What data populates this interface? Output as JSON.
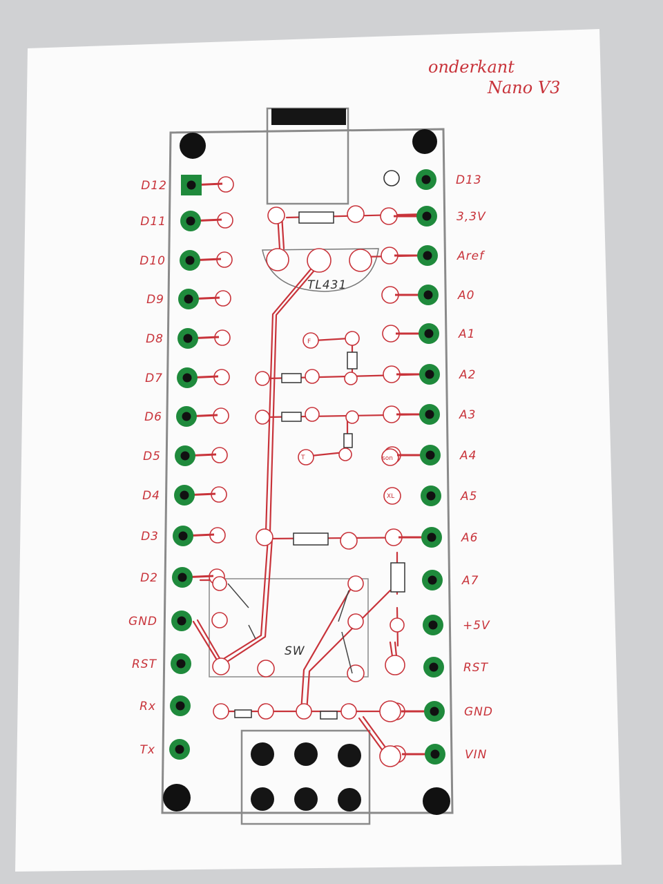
{
  "header": {
    "line1": "onderkant",
    "line2": "Nano V3"
  },
  "left_pins": [
    "D12",
    "D11",
    "D10",
    "D9",
    "D8",
    "D7",
    "D6",
    "D5",
    "D4",
    "D3",
    "D2",
    "GND",
    "RST",
    "Rx",
    "Tx"
  ],
  "right_pins": [
    "D13",
    "3,3V",
    "Aref",
    "A0",
    "A1",
    "A2",
    "A3",
    "A4",
    "A5",
    "A6",
    "A7",
    "+5V",
    "RST",
    "GND",
    "VIN"
  ],
  "parts": {
    "regulator": "TL431",
    "switch": "SW",
    "pad_f": "F",
    "pad_t": "T",
    "pad_son": "son",
    "pad_xl": "XL"
  },
  "colors": {
    "ink_red": "#c8333a",
    "pad_green": "#1f8a3c",
    "pad_black": "#111111",
    "outline_gray": "#8a8a8a",
    "paper": "#fbfbfb"
  }
}
